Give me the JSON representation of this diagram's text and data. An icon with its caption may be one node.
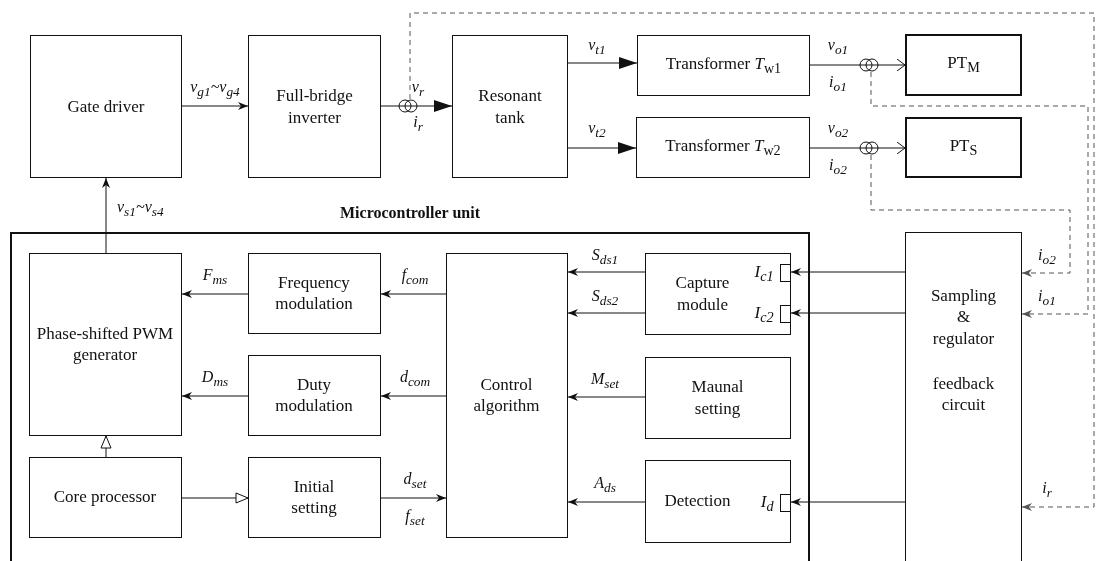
{
  "diagram": {
    "nodes": [
      {
        "text": [
          "Gate driver"
        ]
      },
      {
        "text": [
          "Full-bridge inverter"
        ]
      },
      {
        "text": [
          "Resonant tank"
        ]
      },
      {
        "text": [
          "Transformer *T*$_{w1}$"
        ]
      },
      {
        "text": [
          "Transformer *T*$_{w2}$"
        ]
      },
      {
        "text": [
          "PT$_{M}$"
        ]
      },
      {
        "text": [
          "PT$_{S}$"
        ]
      },
      {
        "text": [
          "Microcontroller unit"
        ]
      },
      {
        "text": [
          "Phase-shifted PWM generator"
        ],
        "in": 7
      },
      {
        "text": [
          "Frequency modulation"
        ],
        "in": 7
      },
      {
        "text": [
          "Duty modulation"
        ],
        "in": 7
      },
      {
        "text": [
          "Core processor"
        ],
        "in": 7
      },
      {
        "text": [
          "Initial setting"
        ],
        "in": 7
      },
      {
        "text": [
          "Control algorithm"
        ],
        "in": 7
      },
      {
        "text": [
          "I$_{c1}$",
          "Capture module",
          "I$_{c2}$"
        ],
        "in": 7
      },
      {
        "text": [
          "Maunal setting"
        ],
        "in": 7
      },
      {
        "text": [
          "Detection",
          "I$_{d}$"
        ],
        "in": 7
      },
      {
        "text": [
          "Sampling & regulator",
          "feedback circuit"
        ]
      },
      {
        "text": [],
        "shape": "circle"
      },
      {
        "text": [],
        "shape": "circle"
      },
      {
        "text": [],
        "shape": "circle"
      }
    ],
    "edges": [
      {
        "from": 0,
        "to": 1,
        "arrow": "to",
        "label": "v$_{g1}$~v$_{g4}$"
      },
      {
        "from": 8,
        "to": 0,
        "arrow": "to",
        "label": "v$_{s1}$~v$_{s4}$"
      },
      {
        "from": 1,
        "to": 2,
        "arrow": "to",
        "label": "v$_{r}$"
      },
      {
        "from": 2,
        "to": 3,
        "arrow": "to",
        "label": "v$_{t1}$"
      },
      {
        "from": 2,
        "to": 4,
        "arrow": "to",
        "label": "v$_{t2}$"
      },
      {
        "from": 3,
        "to": 5,
        "arrow": "to",
        "label": "v$_{o1}$"
      },
      {
        "from": 4,
        "to": 6,
        "arrow": "to",
        "label": "v$_{o2}$"
      },
      {
        "from": 13,
        "to": 9,
        "arrow": "to",
        "label": "f$_{com}$"
      },
      {
        "from": 13,
        "to": 10,
        "arrow": "to",
        "label": "d$_{com}$"
      },
      {
        "from": 9,
        "to": 8,
        "arrow": "to",
        "label": "F$_{ms}$"
      },
      {
        "from": 10,
        "to": 8,
        "arrow": "to",
        "label": "D$_{ms}$"
      },
      {
        "from": 11,
        "to": 8,
        "arrow": "to"
      },
      {
        "from": 11,
        "to": 12,
        "arrow": "to"
      },
      {
        "from": 12,
        "to": 13,
        "arrow": "to",
        "label": "d$_{set}$"
      },
      {
        "from": 14,
        "to": 13,
        "arrow": "to",
        "label": "S$_{ds1}$"
      },
      {
        "from": 14,
        "to": 13,
        "arrow": "to",
        "label": "S$_{ds2}$"
      },
      {
        "from": 15,
        "to": 13,
        "arrow": "to",
        "label": "M$_{set}$"
      },
      {
        "from": 16,
        "to": 13,
        "arrow": "to",
        "label": "A$_{ds}$"
      },
      {
        "from": 17,
        "to": 14,
        "arrow": "to"
      },
      {
        "from": 17,
        "to": 14,
        "arrow": "to"
      },
      {
        "from": 17,
        "to": 16,
        "arrow": "to"
      },
      {
        "from": 18,
        "to": 17,
        "arrow": "to",
        "label": "i$_{r}$",
        "style": "dashed",
        "color": "#555555"
      },
      {
        "from": 19,
        "to": 17,
        "arrow": "to",
        "label": "i$_{o1}$",
        "style": "dashed",
        "color": "#555555"
      },
      {
        "from": 20,
        "to": 17,
        "arrow": "to",
        "label": "i$_{o2}$",
        "style": "dashed",
        "color": "#555555"
      }
    ],
    "labels": [
      "i$_{r}$",
      "i$_{o1}$",
      "i$_{o2}$",
      "f$_{set}$"
    ]
  }
}
